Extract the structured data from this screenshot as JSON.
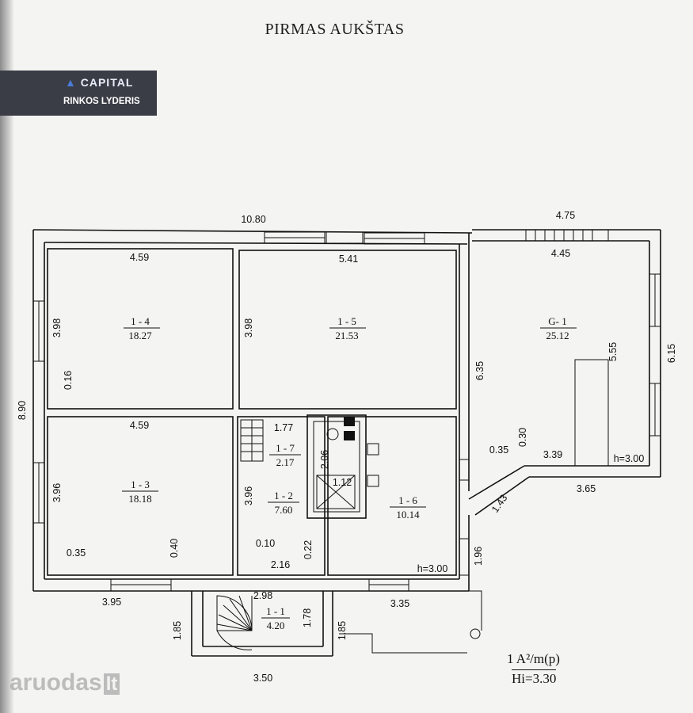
{
  "title": "PIRMAS AUKŠTAS",
  "badge": {
    "brand": "CAPITAL",
    "tagline": "RINKOS LYDERIS"
  },
  "rooms": [
    {
      "id": "1 - 4",
      "area": "18.27"
    },
    {
      "id": "1 - 5",
      "area": "21.53"
    },
    {
      "id": "G- 1",
      "area": "25.12"
    },
    {
      "id": "1 - 3",
      "area": "18.18"
    },
    {
      "id": "1 - 7",
      "area": "2.17"
    },
    {
      "id": "1 - 2",
      "area": "7.60"
    },
    {
      "id": "1 - 6",
      "area": "10.14"
    },
    {
      "id": "1 - 1",
      "area": "4.20"
    }
  ],
  "dimensions": {
    "top_total": "10.80",
    "garage_top_outer": "4.75",
    "garage_top_inner": "4.45",
    "r14_width": "4.59",
    "r15_width": "5.41",
    "r14_height": "3.98",
    "r15_height": "3.98",
    "left_total": "8.90",
    "wall_016": "0.16",
    "r13_width": "4.59",
    "r13_height": "3.96",
    "r12_height": "3.96",
    "r17_width": "1.77",
    "r17_depth": "2.06",
    "r17_small": "1.12",
    "wall_035_left": "0.35",
    "wall_040": "0.40",
    "wall_010": "0.10",
    "wall_022": "0.22",
    "r12_width": "2.16",
    "garage_height": "6.35",
    "garage_inner_h": "5.55",
    "garage_outer_h": "6.15",
    "wall_035_right": "0.35",
    "wall_030": "0.30",
    "garage_339": "3.39",
    "garage_365": "3.65",
    "garage_diag": "1.43",
    "r16_196": "1.96",
    "bottom_395": "3.95",
    "bottom_335": "3.35",
    "r11_298": "2.98",
    "r11_178": "1.78",
    "r11_185_left": "1.85",
    "r11_185_right": "1.85",
    "bottom_350": "3.50",
    "h_garage": "h=3.00",
    "h_r16": "h=3.00"
  },
  "legend": {
    "line1": "1 A²/m(p)",
    "line2": "Hi=3.30"
  },
  "watermark": {
    "text": "aruodas",
    "suffix": "lt"
  }
}
